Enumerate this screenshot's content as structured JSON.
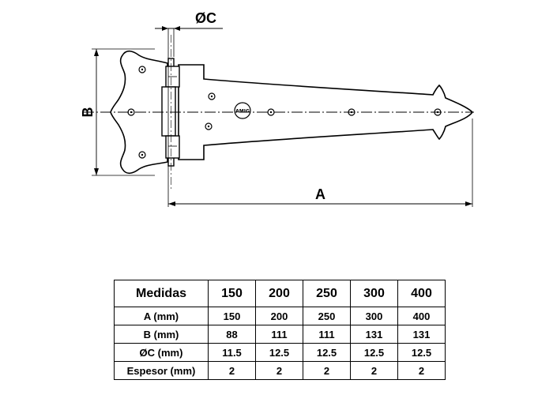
{
  "drawing": {
    "label_a": "A",
    "label_b": "B",
    "label_c": "ØC",
    "stamp": "AMIG"
  },
  "table": {
    "header": [
      "Medidas",
      "150",
      "200",
      "250",
      "300",
      "400"
    ],
    "rows": [
      [
        "A (mm)",
        "150",
        "200",
        "250",
        "300",
        "400"
      ],
      [
        "B (mm)",
        "88",
        "111",
        "111",
        "131",
        "131"
      ],
      [
        "ØC (mm)",
        "11.5",
        "12.5",
        "12.5",
        "12.5",
        "12.5"
      ],
      [
        "Espesor (mm)",
        "2",
        "2",
        "2",
        "2",
        "2"
      ]
    ]
  }
}
